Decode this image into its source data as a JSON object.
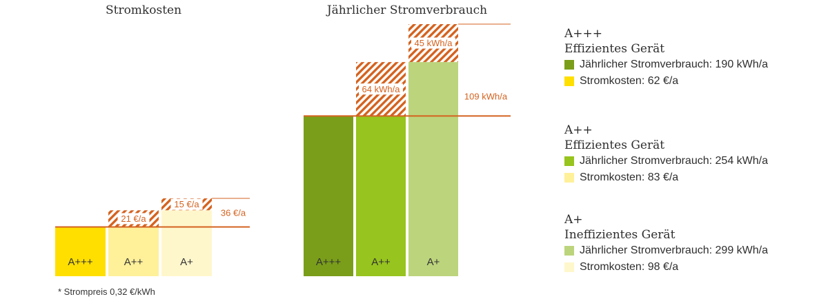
{
  "colors": {
    "line": "#d4621f",
    "label_orange": "#d4621f",
    "hatch_stroke": "#d4621f",
    "bar_label": "#333333",
    "yellow": [
      "#ffdf00",
      "#fff09a",
      "#fff7cc"
    ],
    "green": [
      "#7a9e1a",
      "#97c41e",
      "#bcd47c"
    ]
  },
  "chart_data": [
    {
      "type": "bar",
      "title": "Stromkosten",
      "categories": [
        "A+++",
        "A++",
        "A+"
      ],
      "values": [
        62,
        83,
        98
      ],
      "unit": "€/a",
      "baseline": 62,
      "extra_labels": [
        "21 €/a",
        "15 €/a"
      ],
      "total_label": "36 €/a",
      "footnote": "* Strompreis 0,32 €/kWh"
    },
    {
      "type": "bar",
      "title": "Jährlicher Stromverbrauch",
      "categories": [
        "A+++",
        "A++",
        "A+"
      ],
      "values": [
        190,
        254,
        299
      ],
      "unit": "kWh/a",
      "baseline": 190,
      "extra_labels": [
        "64 kWh/a",
        "45 kWh/a"
      ],
      "total_label": "109 kWh/a"
    }
  ],
  "legend": [
    {
      "class": "A+++",
      "subtitle": "Effizientes Gerät",
      "consumption_label": "Jährlicher Stromverbrauch: 190 kWh/a",
      "cost_label": "Stromkosten: 62 €/a",
      "consumption_color": "#7a9e1a",
      "cost_color": "#ffdf00"
    },
    {
      "class": "A++",
      "subtitle": "Effizientes Gerät",
      "consumption_label": "Jährlicher Stromverbrauch: 254 kWh/a",
      "cost_label": "Stromkosten: 83 €/a",
      "consumption_color": "#97c41e",
      "cost_color": "#fff09a"
    },
    {
      "class": "A+",
      "subtitle": "Ineffizientes Gerät",
      "consumption_label": "Jährlicher Stromverbrauch: 299 kWh/a",
      "cost_label": "Stromkosten: 98 €/a",
      "consumption_color": "#bcd47c",
      "cost_color": "#fff7cc"
    }
  ]
}
